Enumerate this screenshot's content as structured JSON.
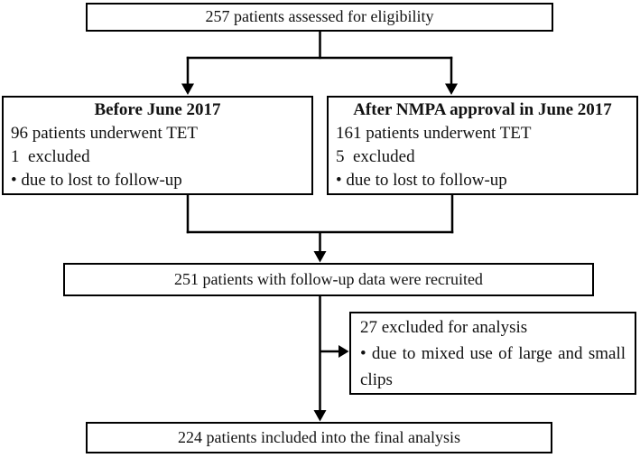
{
  "colors": {
    "line": "#000000",
    "background": "#ffffff",
    "text": "#111111"
  },
  "boxes": {
    "eligibility": {
      "text": "257 patients assessed for eligibility"
    },
    "before": {
      "heading": "Before June 2017",
      "line1": "96 patients underwent TET",
      "line2": "1  excluded",
      "line3": "• due to lost to follow-up"
    },
    "after": {
      "heading": "After NMPA approval in June 2017",
      "line1": "161 patients underwent TET",
      "line2": "5  excluded",
      "line3": "• due to lost to follow-up"
    },
    "recruited": {
      "text": "251 patients with follow-up data were recruited"
    },
    "excluded": {
      "line1": "27 excluded for analysis",
      "line2": "• due to mixed use of large and small clips"
    },
    "final": {
      "text": "224 patients included into the final analysis"
    }
  }
}
